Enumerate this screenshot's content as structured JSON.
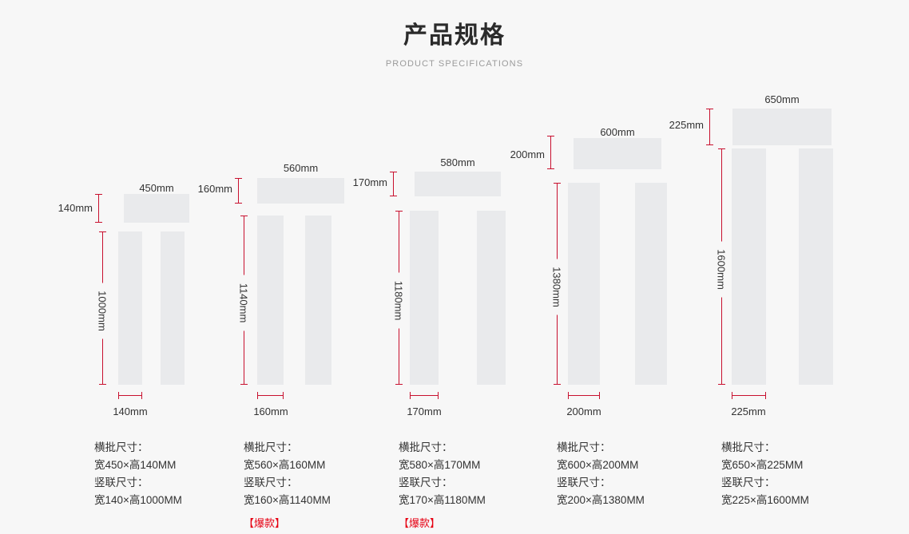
{
  "header": {
    "title": "产品规格",
    "subtitle": "PRODUCT SPECIFICATIONS"
  },
  "colors": {
    "background": "#f7f7f7",
    "shape": "#e9eaec",
    "dimension_line": "#c8102e",
    "hot_badge": "#e60012",
    "title_text": "#2b2b2b",
    "subtitle_text": "#9b9b9b",
    "body_text": "#333333"
  },
  "columns": [
    {
      "banner_width_label": "450mm",
      "banner_height_label": "140mm",
      "strip_height_label": "1000mm",
      "strip_width_label": "140mm",
      "spec_banner_title": "横批尺寸：",
      "spec_banner_value": "宽450×高140MM",
      "spec_strip_title": "竖联尺寸：",
      "spec_strip_value": "宽140×高1000MM",
      "hot_badge": ""
    },
    {
      "banner_width_label": "560mm",
      "banner_height_label": "160mm",
      "strip_height_label": "1140mm",
      "strip_width_label": "160mm",
      "spec_banner_title": "横批尺寸：",
      "spec_banner_value": "宽560×高160MM",
      "spec_strip_title": "竖联尺寸：",
      "spec_strip_value": "宽160×高1140MM",
      "hot_badge": "【爆款】"
    },
    {
      "banner_width_label": "580mm",
      "banner_height_label": "170mm",
      "strip_height_label": "1180mm",
      "strip_width_label": "170mm",
      "spec_banner_title": "横批尺寸：",
      "spec_banner_value": "宽580×高170MM",
      "spec_strip_title": "竖联尺寸：",
      "spec_strip_value": "宽170×高1180MM",
      "hot_badge": "【爆款】"
    },
    {
      "banner_width_label": "600mm",
      "banner_height_label": "200mm",
      "strip_height_label": "1380mm",
      "strip_width_label": "200mm",
      "spec_banner_title": "横批尺寸：",
      "spec_banner_value": "宽600×高200MM",
      "spec_strip_title": "竖联尺寸：",
      "spec_strip_value": "宽200×高1380MM",
      "hot_badge": ""
    },
    {
      "banner_width_label": "650mm",
      "banner_height_label": "225mm",
      "strip_height_label": "1600mm",
      "strip_width_label": "225mm",
      "spec_banner_title": "横批尺寸：",
      "spec_banner_value": "宽650×高225MM",
      "spec_strip_title": "竖联尺寸：",
      "spec_strip_value": "宽225×高1600MM",
      "hot_badge": ""
    }
  ]
}
